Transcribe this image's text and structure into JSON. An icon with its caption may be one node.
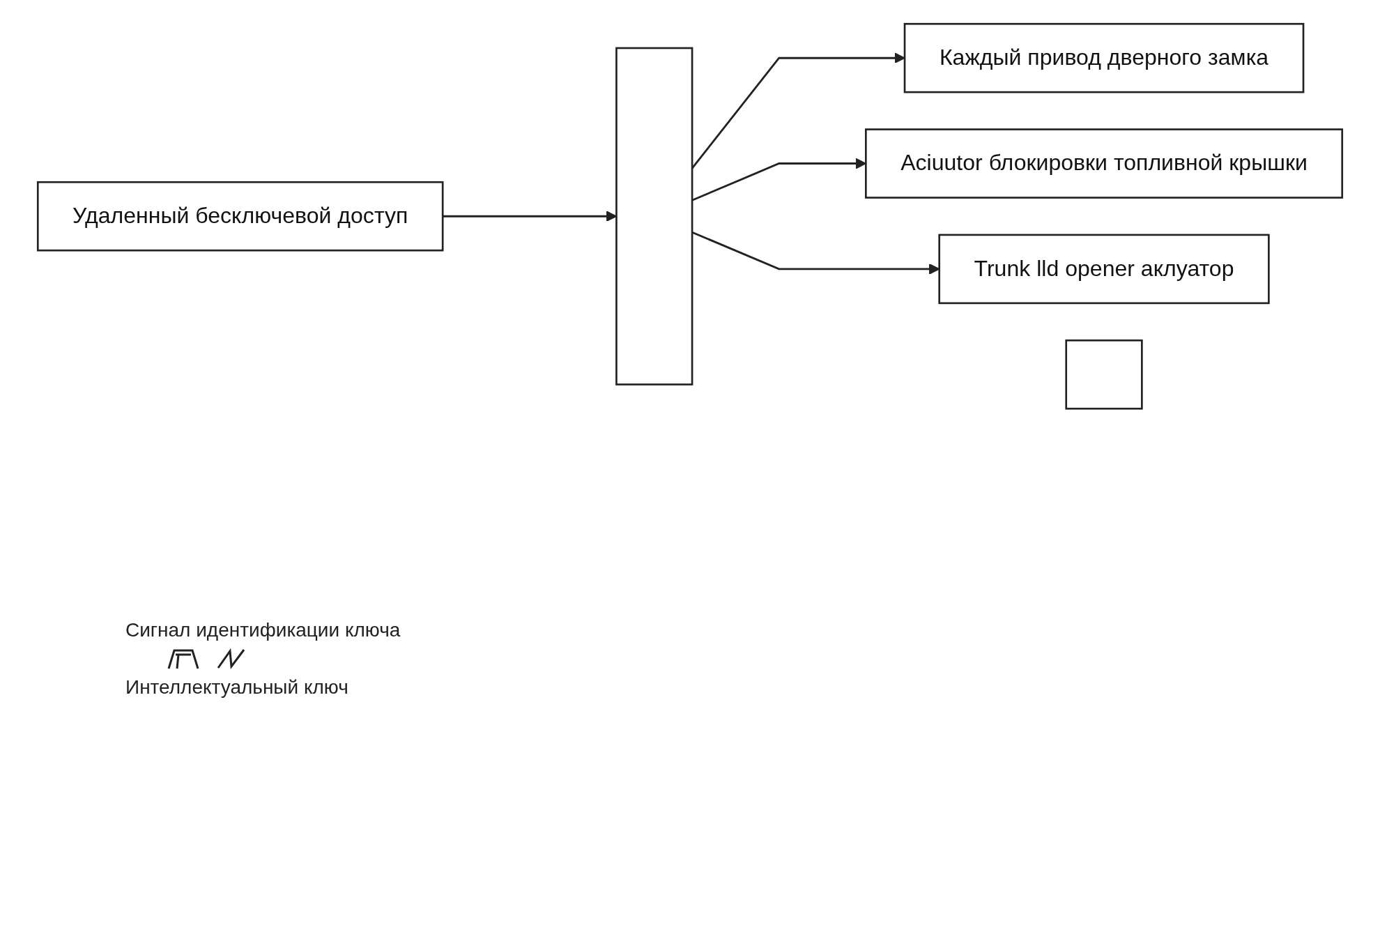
{
  "diagram": {
    "nodes": [
      {
        "text": [
          "Удаленный бесключевой доступ"
        ]
      },
      {
        "text": [],
        "shape": "box"
      },
      {
        "text": [
          "Каждый привод дверного замка"
        ]
      },
      {
        "text": [
          "Aciuutor блокировки топливной крышки"
        ]
      },
      {
        "text": [
          "Trunk lld opener аклуатор"
        ]
      },
      {
        "text": [],
        "shape": "box"
      }
    ],
    "edges": [
      {
        "from": 0,
        "to": 1,
        "arrow": "to"
      },
      {
        "from": 1,
        "to": 2,
        "arrow": "to"
      },
      {
        "from": 1,
        "to": 3,
        "arrow": "to"
      },
      {
        "from": 1,
        "to": 4,
        "arrow": "to"
      }
    ],
    "labels": [
      "Сигнал идентификации ключа",
      "Интеллектуальный ключ"
    ]
  }
}
